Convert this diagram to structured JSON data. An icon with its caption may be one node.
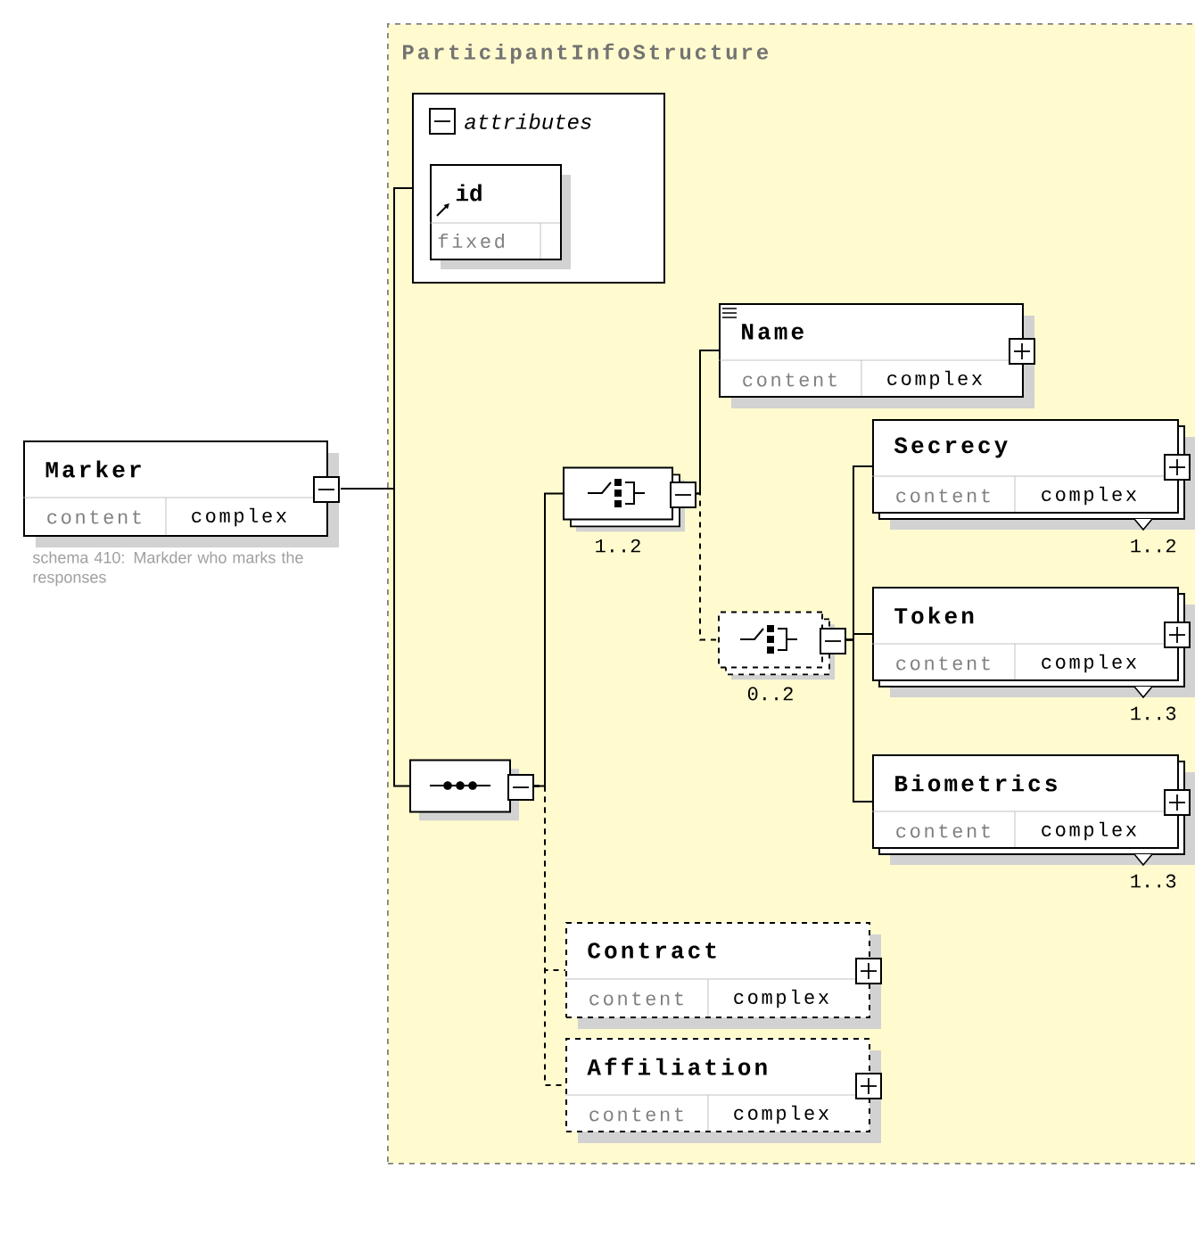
{
  "diagram": {
    "nodes": [
      {
        "text": [
          "Marker",
          "content",
          "complex"
        ],
        "beside": [
          "schema 410: Markder who marks the responses"
        ]
      },
      {
        "text": [
          "ParticipantInfoStructure"
        ]
      },
      {
        "text": [
          "attributes"
        ],
        "in": 1
      },
      {
        "text": [
          "id",
          "fixed"
        ],
        "in": 2
      },
      {
        "text": [],
        "shape": "octagon",
        "in": 1
      },
      {
        "text": [],
        "shape": "octagon",
        "in": 1,
        "beside": [
          "1..2"
        ]
      },
      {
        "text": [
          "Name",
          "content",
          "complex"
        ],
        "in": 1
      },
      {
        "text": [],
        "shape": "octagon",
        "in": 1,
        "beside": [
          "0..2"
        ]
      },
      {
        "text": [
          "Secrecy",
          "content",
          "complex"
        ],
        "in": 1,
        "beside": [
          "1..2"
        ]
      },
      {
        "text": [
          "Token",
          "content",
          "complex"
        ],
        "in": 1,
        "beside": [
          "1..3"
        ]
      },
      {
        "text": [
          "Biometrics",
          "content",
          "complex"
        ],
        "in": 1,
        "beside": [
          "1..3"
        ]
      },
      {
        "text": [
          "Contract",
          "content",
          "complex"
        ],
        "in": 1
      },
      {
        "text": [
          "Affiliation",
          "content",
          "complex"
        ],
        "in": 1
      }
    ],
    "edges": [
      {
        "from": 0,
        "to": 2,
        "arrow": "none"
      },
      {
        "from": 0,
        "to": 4,
        "arrow": "none"
      },
      {
        "from": 4,
        "to": 5,
        "arrow": "none"
      },
      {
        "from": 4,
        "to": 11,
        "arrow": "none",
        "style": "dashed"
      },
      {
        "from": 4,
        "to": 12,
        "arrow": "none",
        "style": "dashed"
      },
      {
        "from": 5,
        "to": 6,
        "arrow": "none"
      },
      {
        "from": 5,
        "to": 7,
        "arrow": "none",
        "style": "dashed"
      },
      {
        "from": 7,
        "to": 8,
        "arrow": "none"
      },
      {
        "from": 7,
        "to": 9,
        "arrow": "none"
      },
      {
        "from": 7,
        "to": 10,
        "arrow": "none"
      }
    ]
  }
}
